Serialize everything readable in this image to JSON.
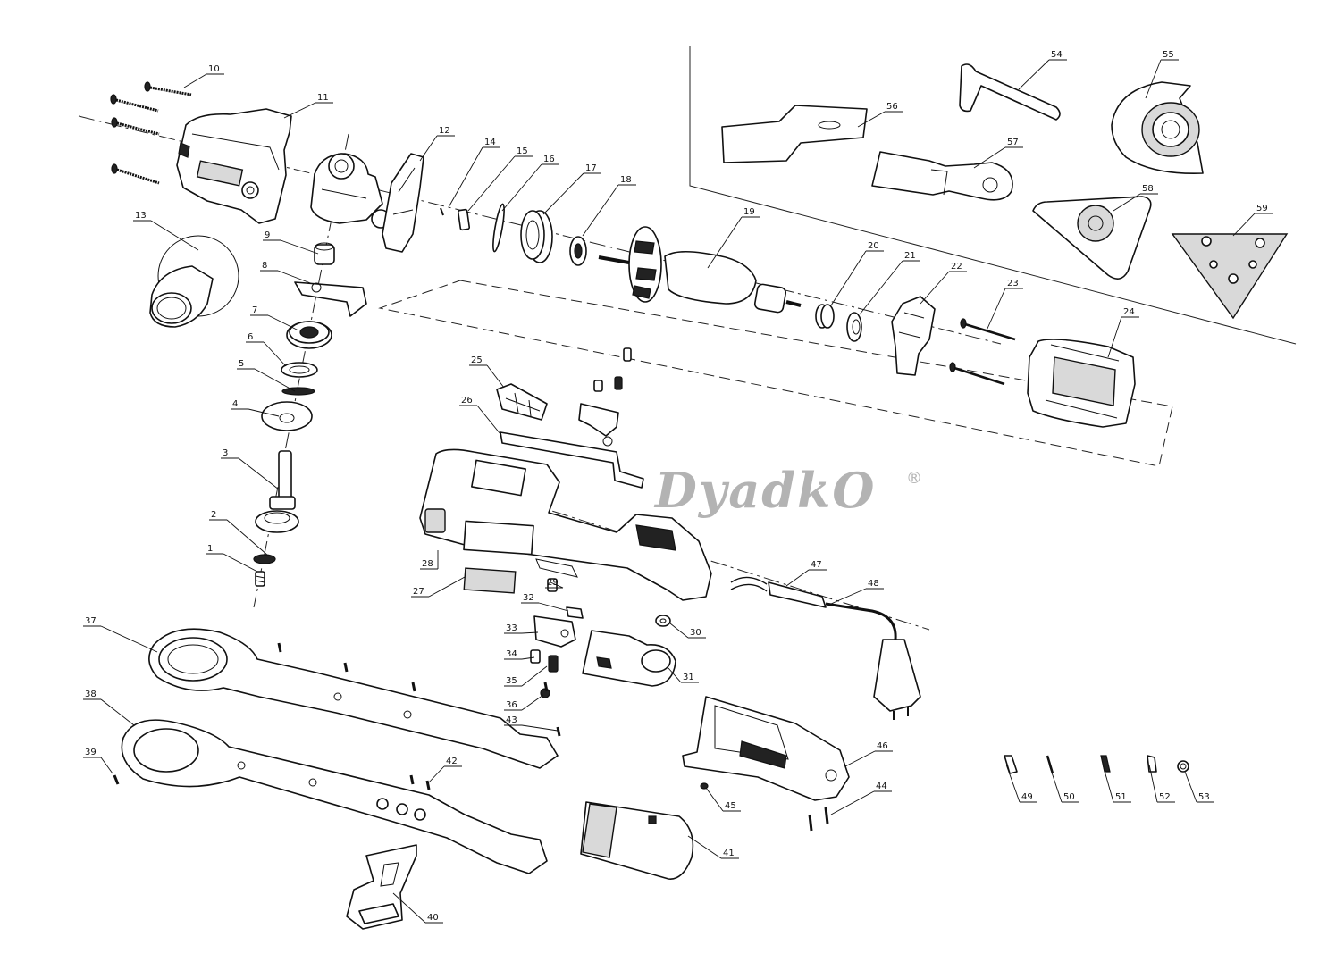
{
  "watermark": {
    "text": "DyadkO",
    "mark": "®"
  },
  "callouts": [
    "1",
    "2",
    "3",
    "4",
    "5",
    "6",
    "7",
    "8",
    "9",
    "10",
    "11",
    "12",
    "13",
    "14",
    "15",
    "16",
    "17",
    "18",
    "19",
    "20",
    "21",
    "22",
    "23",
    "24",
    "25",
    "26",
    "27",
    "28",
    "29",
    "30",
    "31",
    "32",
    "33",
    "34",
    "35",
    "36",
    "37",
    "38",
    "39",
    "40",
    "41",
    "42",
    "43",
    "44",
    "45",
    "46",
    "47",
    "48",
    "49",
    "50",
    "51",
    "52",
    "53",
    "54",
    "55",
    "56",
    "57",
    "58",
    "59"
  ]
}
